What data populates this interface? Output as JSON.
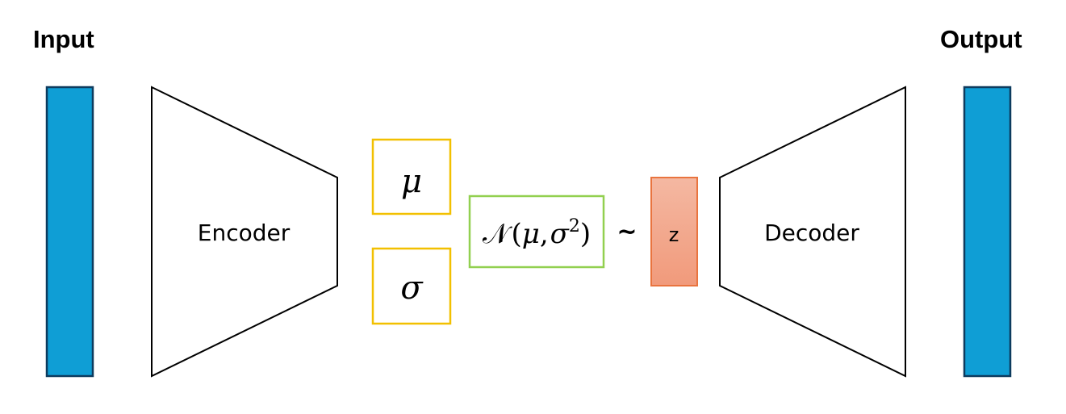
{
  "labels": {
    "input": "Input",
    "output": "Output",
    "encoder": "Encoder",
    "decoder": "Decoder",
    "mu": "μ",
    "sigma": "σ",
    "distribution": {
      "script_n": "𝒩",
      "open_paren": "(",
      "mu": "μ",
      "comma": ",",
      "sigma": "σ",
      "power": "2",
      "close_paren": ")"
    },
    "tilde": "~",
    "z": "z"
  },
  "colors": {
    "vector_fill": "#0f9ed5",
    "vector_stroke": "#0d3b5e",
    "param_box_stroke": "#f2c000",
    "distribution_stroke": "#92d050",
    "latent_fill_top": "#f4b8a2",
    "latent_fill_bottom": "#f19a7b",
    "latent_stroke": "#e9743f",
    "trapezoid_stroke": "#000000"
  }
}
